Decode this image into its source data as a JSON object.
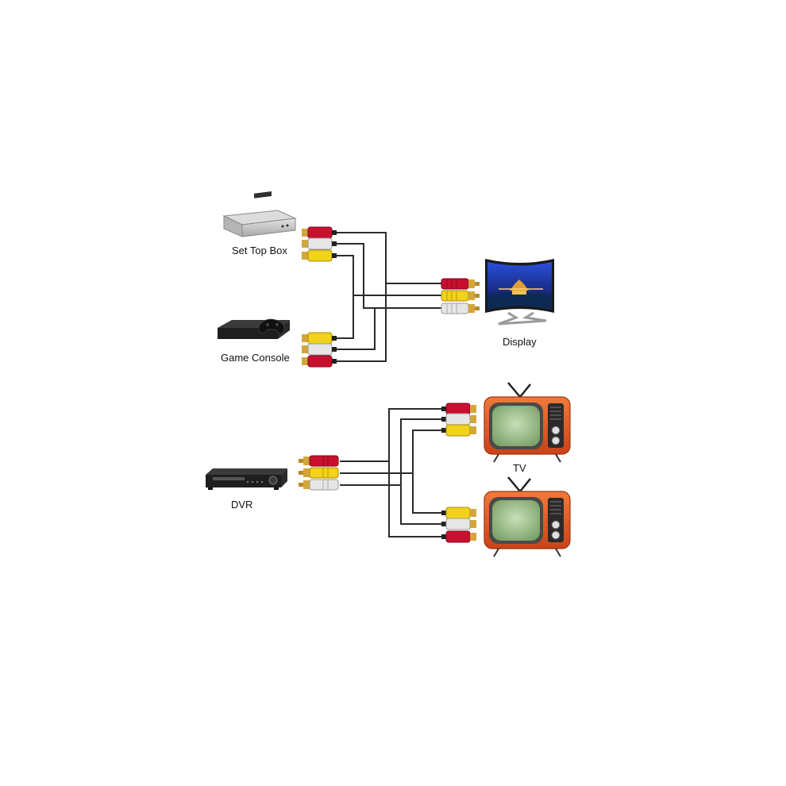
{
  "labels": {
    "set_top_box": "Set Top Box",
    "game_console": "Game Console",
    "display": "Display",
    "dvr": "DVR",
    "tv": "TV"
  },
  "colors": {
    "background": "#ffffff",
    "cable": "#2b2b2b",
    "rca_red": "#c8102e",
    "rca_white": "#e6e6e6",
    "rca_yellow": "#f2d21b",
    "connector_gold": "#d4a63a",
    "tv_orange": "#e5561c",
    "tv_screen_green": "#a9c99a",
    "device_dark": "#1e1e1e",
    "device_silver": "#c9c9c9"
  },
  "icons": [
    "set-top-box-icon",
    "game-console-icon",
    "display-icon",
    "dvr-icon",
    "retro-tv-icon"
  ],
  "diagrams": [
    {
      "name": "splitter-y-cable-2-sources-to-1-display",
      "sources": [
        "Set Top Box",
        "Game Console"
      ],
      "target": "Display"
    },
    {
      "name": "splitter-y-cable-1-source-to-2-tvs",
      "sources": [
        "DVR"
      ],
      "target": "TV"
    }
  ]
}
